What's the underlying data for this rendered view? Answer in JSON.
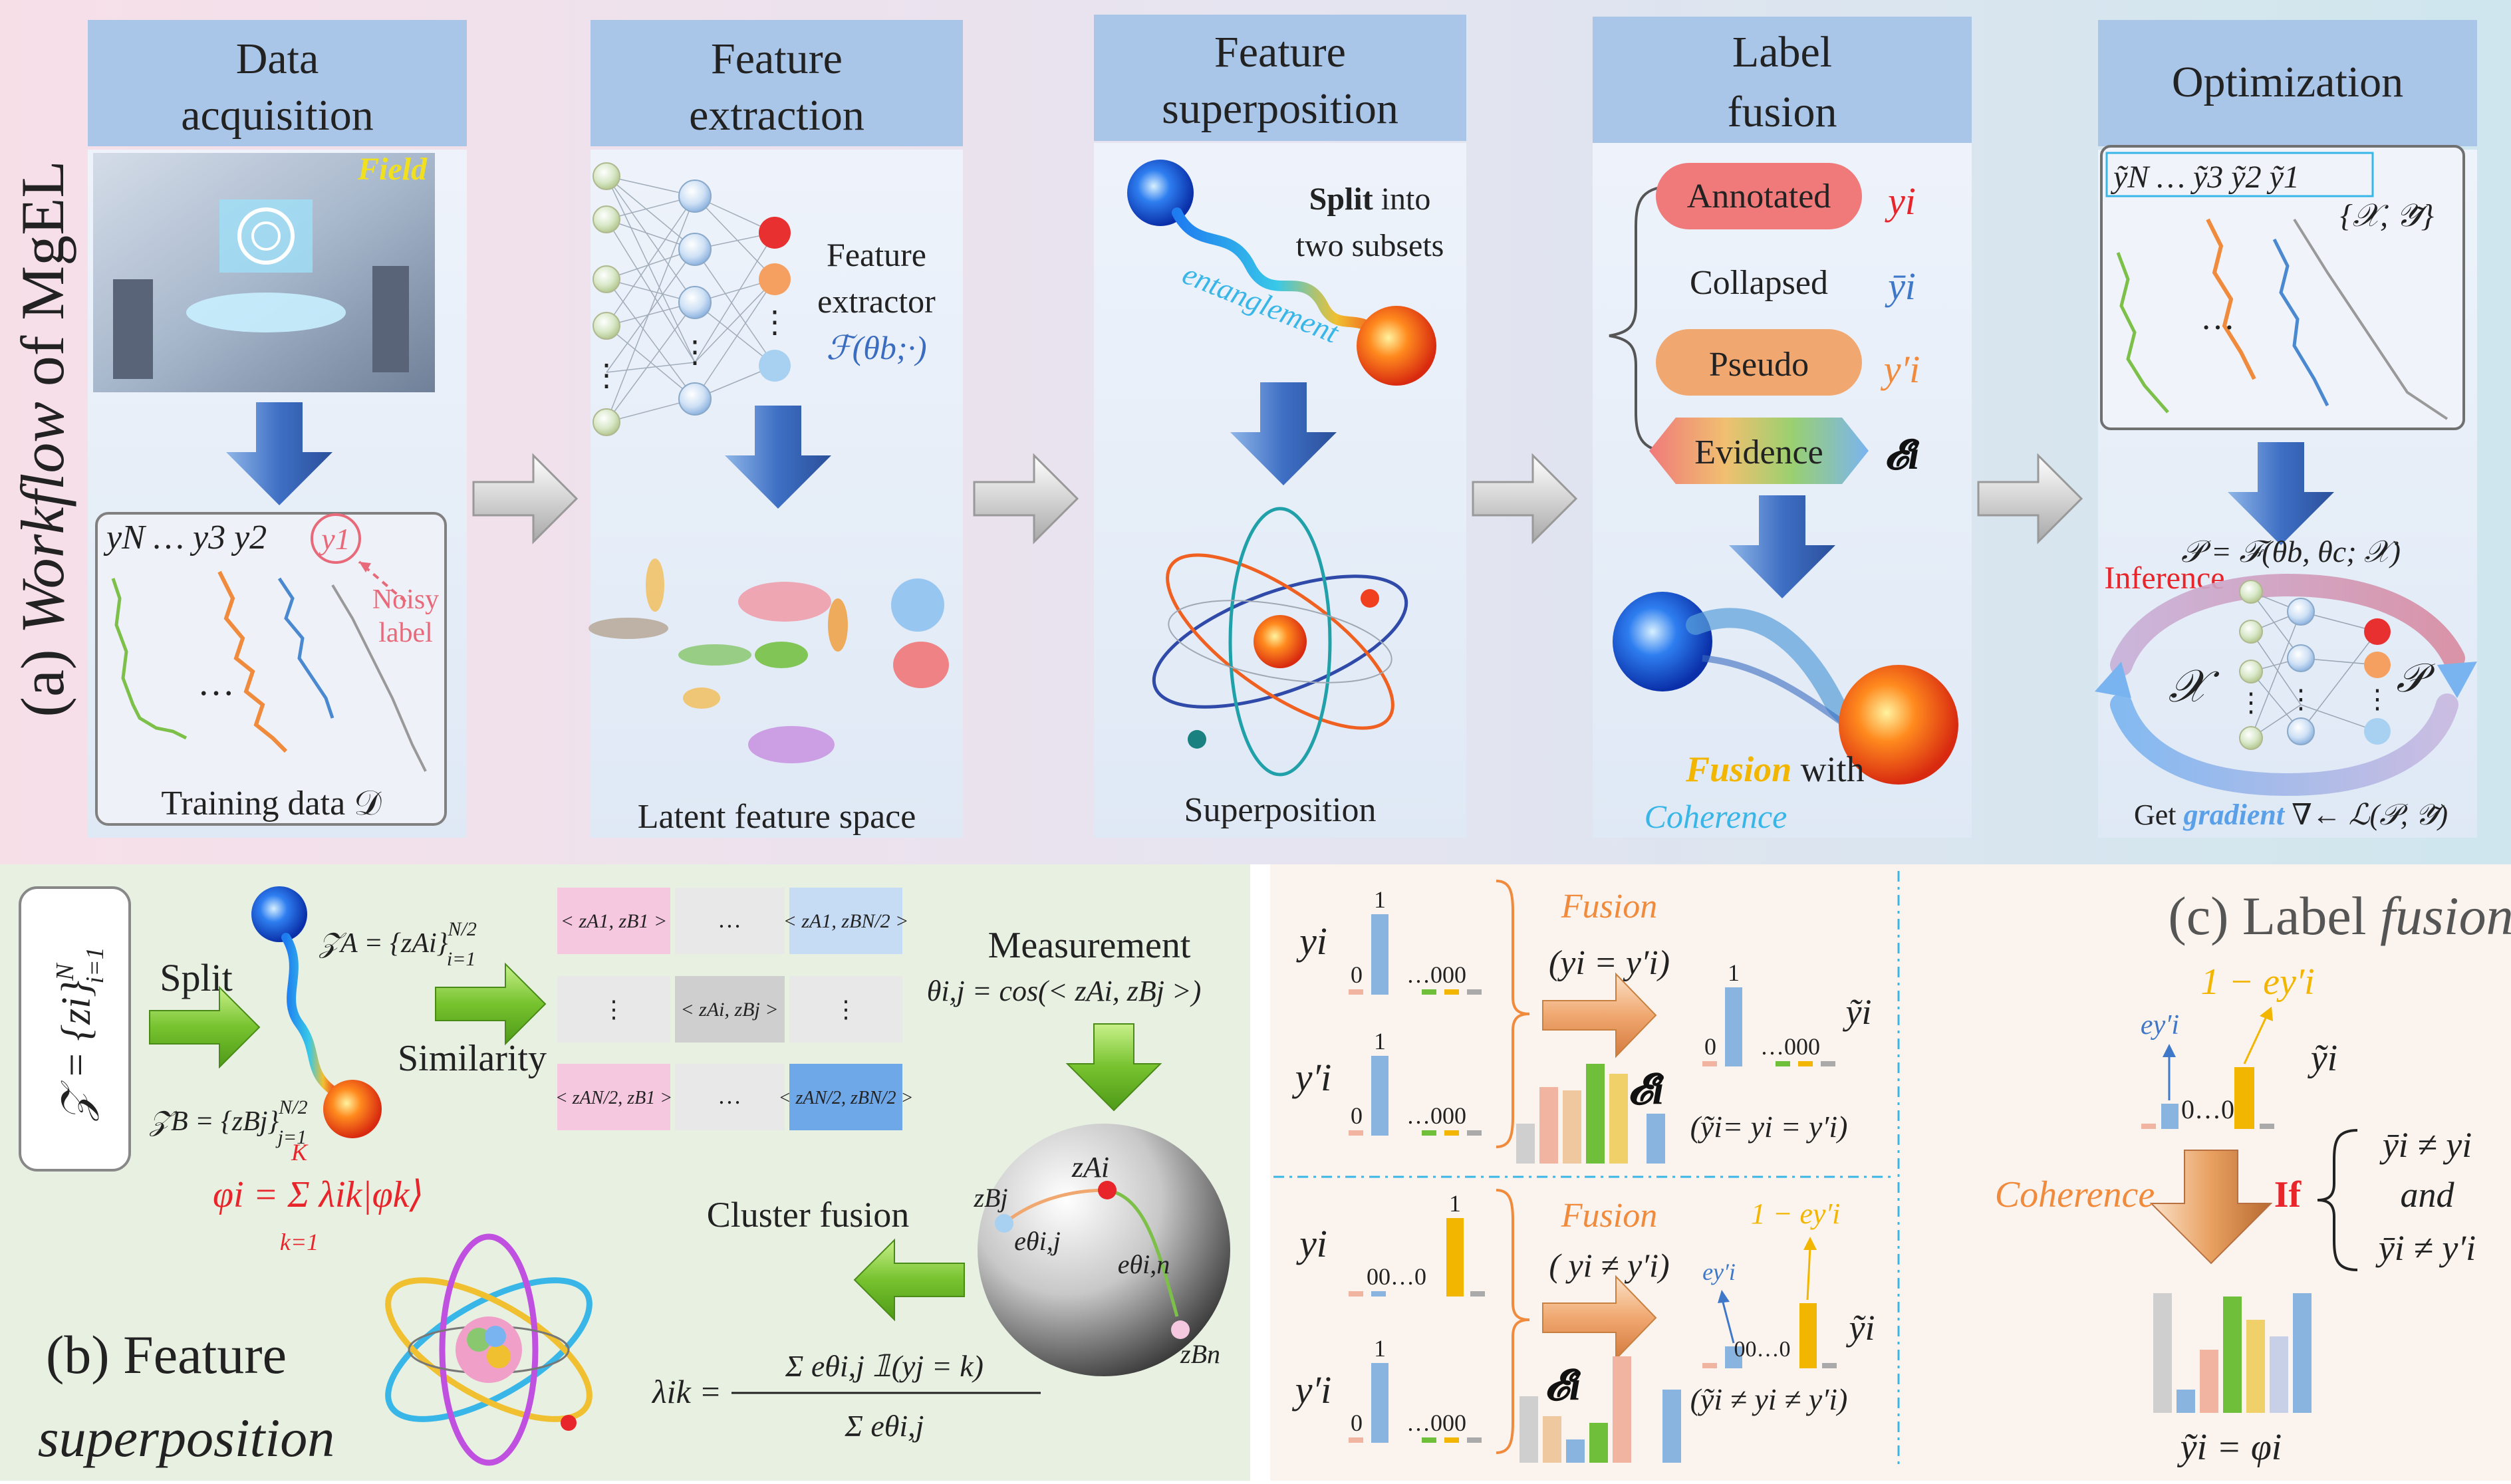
{
  "a": {
    "title_prefix": "(a)",
    "title_italic": "Workflow",
    "title_suffix": "of MgEL",
    "stages": [
      {
        "line1": "Data",
        "line2": "acquisition"
      },
      {
        "line1": "Feature",
        "line2": "extraction"
      },
      {
        "line1": "Feature",
        "line2": "superposition"
      },
      {
        "line1": "Label",
        "line2": "fusion"
      },
      {
        "line1": "Optimization",
        "line2": ""
      }
    ],
    "data_acq": {
      "field": "Field",
      "labels_seq": "yN … y3 y2",
      "y1": "y1",
      "noisy1": "Noisy",
      "noisy2": "label",
      "dots": "…",
      "training": "Training  data 𝒟"
    },
    "extract": {
      "fe1": "Feature",
      "fe2": "extractor",
      "fe3": "ℱ(θb;·)",
      "latent": "Latent feature space"
    },
    "superpose": {
      "split_bold": "Split",
      "split_rest": "into",
      "split2": "two subsets",
      "entangle": "entanglement",
      "superposition": "Superposition"
    },
    "fusion_panel": {
      "annotated": "Annotated",
      "ann_sym": "yi",
      "collapsed": "Collapsed",
      "col_sym": "ȳi",
      "pseudo": "Pseudo",
      "pse_sym": "y′i",
      "evidence": "Evidence",
      "evi_sym": "𝓔i",
      "fusion": "Fusion",
      "with": "with",
      "coherence": "Coherence"
    },
    "optim": {
      "label_seq": "ỹN … ỹ3 ỹ2 ỹ1",
      "set": "{𝒳, 𝒴̃}",
      "dots": "…",
      "formula": "𝒫 = ℱ(θb, θc; 𝒳)",
      "inference": "Inference",
      "X": "𝒳",
      "P": "𝒫",
      "get": "Get",
      "gradient": "gradient",
      "grad_formula": "∇← ℒ(𝒫, 𝒴̃)"
    }
  },
  "b": {
    "title1": "(b) Feature",
    "title2": "superposition",
    "Z": "𝒵 = {zi}",
    "Z_sub": "i=1",
    "Z_sup": "N",
    "split": "Split",
    "ZA": "𝒵A = {zAi}",
    "ZA_sub": "i=1",
    "ZA_sup": "N/2",
    "ZB": "𝒵B = {zBj}",
    "ZB_sub": "j=1",
    "ZB_sup": "N/2",
    "similarity": "Similarity",
    "cells": [
      "< zA1, zB1 >",
      "…",
      "< zA1, zBN/2 >",
      "⋮",
      "< zAi, zBj >",
      "⋮",
      "< zAN/2, zB1 >",
      "…",
      "< zAN/2, zBN/2 >"
    ],
    "measurement": "Measurement",
    "theta_formula": "θi,j = cos(< zAi, zBj >)",
    "cluster_fusion": "Cluster fusion",
    "phi_formula": "φi = Σ λik|φk⟩",
    "phi_K": "K",
    "phi_k1": "k=1",
    "lambda_lhs": "λik =",
    "lambda_num": "Σ eθi,j 𝟙(yj = k)",
    "lambda_den": "Σ eθi,j",
    "sphere_zj": "zBj",
    "sphere_zi": "zAi",
    "sphere_eij": "eθi,j",
    "sphere_ein": "eθi,n",
    "sphere_zn": "zBn"
  },
  "c": {
    "title_plain": "(c) Label",
    "title_italic": "fusion",
    "top": {
      "yi": "yi",
      "ypi": "y′i",
      "one": "1",
      "zero": "0",
      "tail": "…000",
      "fusion": "Fusion",
      "cond": "(yi = y′i)",
      "ytilde": "ỹi",
      "evi": "𝓔i",
      "result": "(ỹi= yi = y′i)"
    },
    "bottom": {
      "yi": "yi",
      "ypi": "y′i",
      "one": "1",
      "head": "00…0",
      "tail": "…000",
      "fusion": "Fusion",
      "cond": "( yi ≠ y′i)",
      "one_minus": "1 − ey′i",
      "e": "ey′i",
      "ytilde": "ỹi",
      "evi": "𝓔i",
      "result": "(ỹi ≠ yi ≠ y′i)"
    },
    "right": {
      "one_minus": "1 − ey′i",
      "e": "ey′i",
      "ytilde": "ỹi",
      "axis": "0…0",
      "coherence": "Coherence",
      "if": "If",
      "cond1": "ȳi ≠ yi",
      "and": "and",
      "cond2": "ȳi ≠ y′i",
      "result": "ỹi = φi"
    }
  },
  "colors": {
    "header_blue": "#a9c6e8",
    "red": "#e8252a",
    "orange": "#f08a3c",
    "blue": "#3f78c8",
    "green": "#6fbf3b",
    "yellow": "#f2b600",
    "cyan": "#38b6e8"
  }
}
